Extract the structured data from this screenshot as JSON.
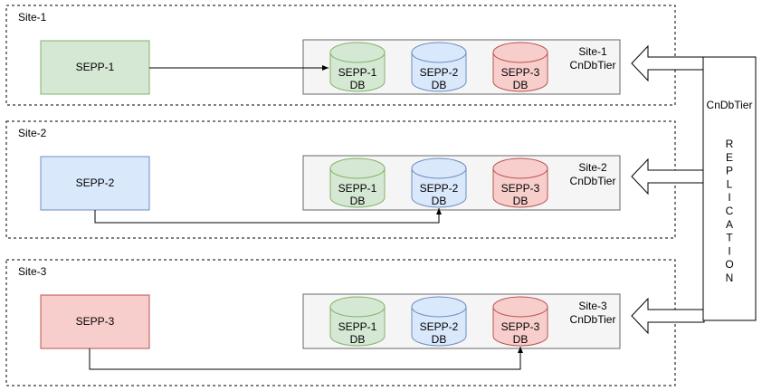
{
  "colors": {
    "green_fill": "#d5e8d4",
    "green_stroke": "#82b366",
    "blue_fill": "#dae8fc",
    "blue_stroke": "#6c8ebf",
    "red_fill": "#f8cecc",
    "red_stroke": "#b85450",
    "panel_fill": "#f5f5f5",
    "panel_stroke": "#666666",
    "line": "#000000"
  },
  "sites": [
    {
      "label": "Site-1",
      "sepp": {
        "label": "SEPP-1",
        "color": "green"
      },
      "cndbtier": {
        "line1": "Site-1",
        "line2": "CnDbTier"
      },
      "connects_to_db": 0
    },
    {
      "label": "Site-2",
      "sepp": {
        "label": "SEPP-2",
        "color": "blue"
      },
      "cndbtier": {
        "line1": "Site-2",
        "line2": "CnDbTier"
      },
      "connects_to_db": 1
    },
    {
      "label": "Site-3",
      "sepp": {
        "label": "SEPP-3",
        "color": "red"
      },
      "cndbtier": {
        "line1": "Site-3",
        "line2": "CnDbTier"
      },
      "connects_to_db": 2
    }
  ],
  "databases": [
    {
      "line1": "SEPP-1",
      "line2": "DB",
      "color": "green"
    },
    {
      "line1": "SEPP-2",
      "line2": "DB",
      "color": "blue"
    },
    {
      "line1": "SEPP-3",
      "line2": "DB",
      "color": "red"
    }
  ],
  "replication": {
    "title": "CnDbTier",
    "letters": [
      "R",
      "E",
      "P",
      "L",
      "I",
      "C",
      "A",
      "T",
      "I",
      "O",
      "N"
    ]
  }
}
